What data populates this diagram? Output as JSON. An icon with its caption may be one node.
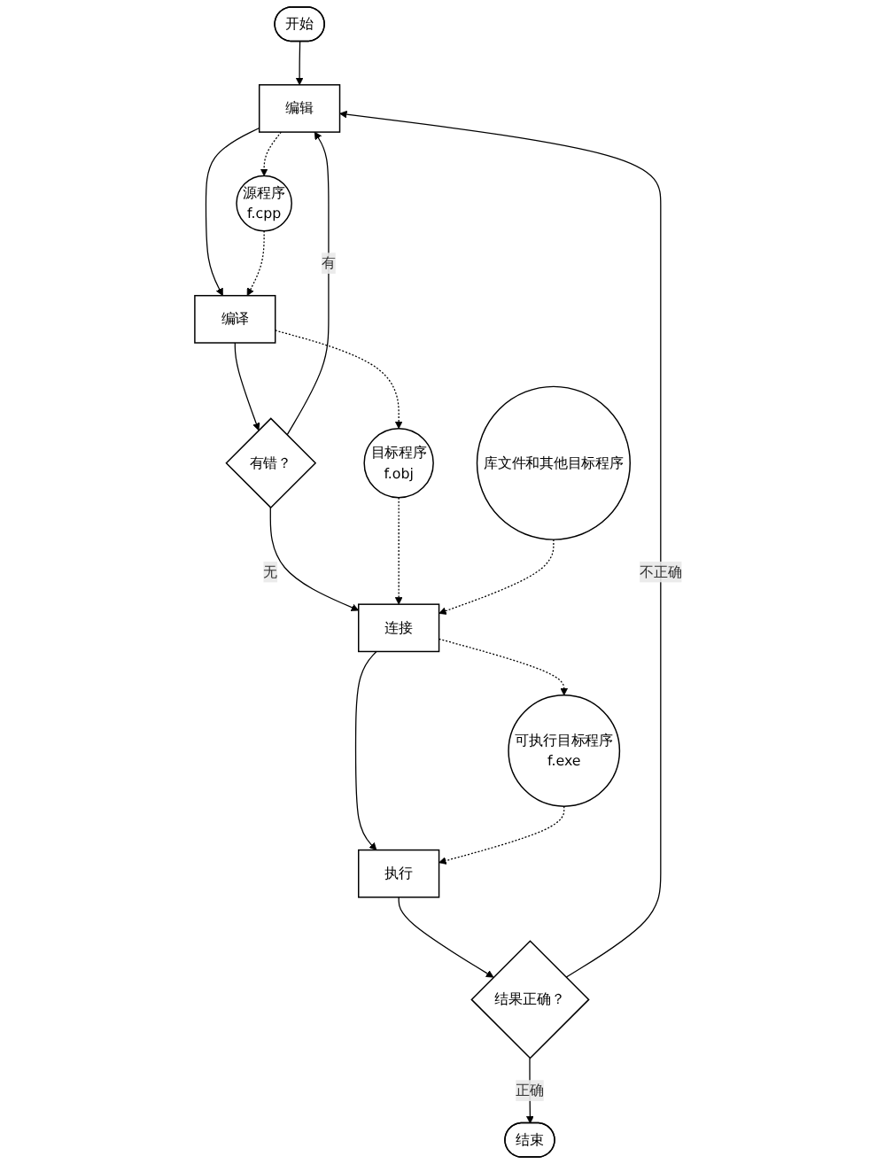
{
  "diagram": {
    "nodes": [
      {
        "text": [
          "开始"
        ]
      },
      {
        "text": [
          "编辑"
        ]
      },
      {
        "text": [
          "编译"
        ]
      },
      {
        "text": [
          "有错？"
        ]
      },
      {
        "text": [
          "连接"
        ]
      },
      {
        "text": [
          "执行"
        ]
      },
      {
        "text": [
          "结果正确？"
        ]
      },
      {
        "text": [
          "结束"
        ]
      },
      {
        "text": [
          "源程序",
          "f.cpp"
        ]
      },
      {
        "text": [
          "目标程序",
          "f.obj"
        ]
      },
      {
        "text": [
          "可执行目标程序",
          "f.exe"
        ]
      },
      {
        "text": [
          "库文件和其他目标程序"
        ]
      }
    ],
    "edges": [
      {
        "from": 0,
        "to": 1,
        "arrow": "to"
      },
      {
        "from": 1,
        "to": 2,
        "arrow": "to"
      },
      {
        "from": 2,
        "to": 3,
        "arrow": "to"
      },
      {
        "from": 3,
        "to": 4,
        "arrow": "to",
        "label": "无"
      },
      {
        "from": 4,
        "to": 5,
        "arrow": "to"
      },
      {
        "from": 5,
        "to": 6,
        "arrow": "to"
      },
      {
        "from": 6,
        "to": 7,
        "arrow": "to",
        "label": "正确"
      },
      {
        "from": 3,
        "to": 1,
        "arrow": "to",
        "label": "有"
      },
      {
        "from": 6,
        "to": 1,
        "arrow": "to",
        "label": "不正确"
      },
      {
        "from": 1,
        "to": 8,
        "arrow": "to",
        "style": "dashed"
      },
      {
        "from": 8,
        "to": 2,
        "arrow": "to",
        "style": "dashed"
      },
      {
        "from": 2,
        "to": 9,
        "arrow": "to",
        "style": "dashed"
      },
      {
        "from": 9,
        "to": 4,
        "arrow": "to",
        "style": "dashed"
      },
      {
        "from": 11,
        "to": 4,
        "arrow": "to",
        "style": "dashed"
      },
      {
        "from": 4,
        "to": 10,
        "arrow": "to",
        "style": "dashed"
      },
      {
        "from": 10,
        "to": 5,
        "arrow": "to",
        "style": "dashed"
      }
    ]
  }
}
